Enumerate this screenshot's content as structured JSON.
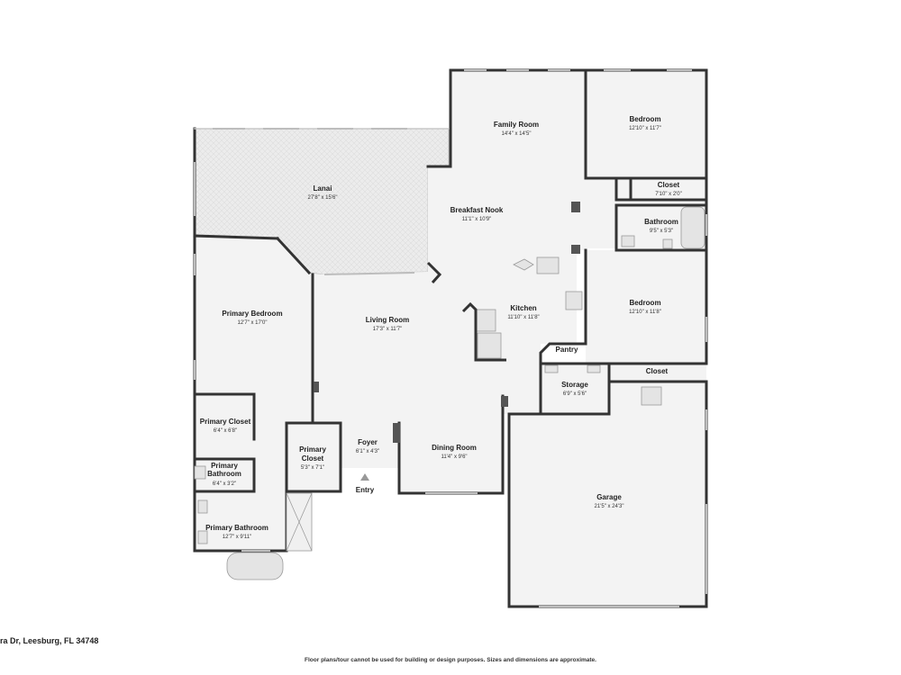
{
  "address": "ra Dr, Leesburg, FL 34748",
  "disclaimer": "Floor plans/tour cannot be used for building or design purposes. Sizes and dimensions are approximate.",
  "entry_label": "Entry",
  "rooms": {
    "family_room": {
      "name": "Family Room",
      "dim": "14'4\" x 14'5\""
    },
    "bedroom_top": {
      "name": "Bedroom",
      "dim": "12'10\" x 11'7\""
    },
    "closet_top": {
      "name": "Closet",
      "dim": "7'10\" x 2'0\""
    },
    "bathroom": {
      "name": "Bathroom",
      "dim": "9'5\" x 5'3\""
    },
    "lanai": {
      "name": "Lanai",
      "dim": "27'8\" x 15'6\""
    },
    "breakfast_nook": {
      "name": "Breakfast Nook",
      "dim": "11'1\" x 10'9\""
    },
    "primary_bedroom": {
      "name": "Primary Bedroom",
      "dim": "12'7\" x 17'0\""
    },
    "living_room": {
      "name": "Living Room",
      "dim": "17'3\" x 11'7\""
    },
    "kitchen": {
      "name": "Kitchen",
      "dim": "11'10\" x 11'8\""
    },
    "bedroom_mid": {
      "name": "Bedroom",
      "dim": "12'10\" x 11'8\""
    },
    "pantry": {
      "name": "Pantry"
    },
    "closet_mid": {
      "name": "Closet"
    },
    "storage": {
      "name": "Storage",
      "dim": "6'9\" x 5'6\""
    },
    "primary_closet_left": {
      "name": "Primary Closet",
      "dim": "6'4\" x 6'8\""
    },
    "primary_closet_mid": {
      "name_line1": "Primary",
      "name_line2": "Closet",
      "dim": "5'3\" x 7'1\""
    },
    "foyer": {
      "name": "Foyer",
      "dim": "6'1\" x 4'3\""
    },
    "dining_room": {
      "name": "Dining Room",
      "dim": "11'4\" x 9'6\""
    },
    "primary_bathroom_small": {
      "name_line1": "Primary",
      "name_line2": "Bathroom",
      "dim": "6'4\" x 3'2\""
    },
    "primary_bathroom": {
      "name": "Primary Bathroom",
      "dim": "12'7\" x 9'11\""
    },
    "garage": {
      "name": "Garage",
      "dim": "21'5\" x 24'3\""
    }
  },
  "colors": {
    "wall": "#333333",
    "floor": "#f3f3f3",
    "lanai_floor": "#ececec",
    "window": "#b8b8b8"
  }
}
